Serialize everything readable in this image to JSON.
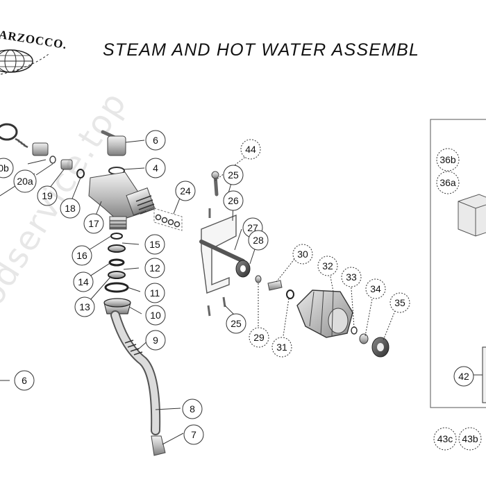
{
  "header": {
    "brand_text": "ARZOCCO.",
    "title": "STEAM AND HOT WATER ASSEMBL"
  },
  "watermark": "odservice.top",
  "callouts": [
    {
      "id": "c-6a",
      "label": "6",
      "style": "solid"
    },
    {
      "id": "c-4",
      "label": "4",
      "style": "solid"
    },
    {
      "id": "c-44",
      "label": "44",
      "style": "dashed"
    },
    {
      "id": "c-25a",
      "label": "25",
      "style": "solid"
    },
    {
      "id": "c-26",
      "label": "26",
      "style": "solid"
    },
    {
      "id": "c-24",
      "label": "24",
      "style": "solid"
    },
    {
      "id": "c-27",
      "label": "27",
      "style": "solid"
    },
    {
      "id": "c-28",
      "label": "28",
      "style": "solid"
    },
    {
      "id": "c-30",
      "label": "30",
      "style": "dashed"
    },
    {
      "id": "c-32",
      "label": "32",
      "style": "dashed"
    },
    {
      "id": "c-33",
      "label": "33",
      "style": "dashed"
    },
    {
      "id": "c-34",
      "label": "34",
      "style": "dashed"
    },
    {
      "id": "c-35",
      "label": "35",
      "style": "dashed"
    },
    {
      "id": "c-20b",
      "label": "0b",
      "style": "solid"
    },
    {
      "id": "c-20a",
      "label": "20a",
      "style": "solid"
    },
    {
      "id": "c-19",
      "label": "19",
      "style": "solid"
    },
    {
      "id": "c-18",
      "label": "18",
      "style": "solid"
    },
    {
      "id": "c-17",
      "label": "17",
      "style": "solid"
    },
    {
      "id": "c-16",
      "label": "16",
      "style": "solid"
    },
    {
      "id": "c-15",
      "label": "15",
      "style": "solid"
    },
    {
      "id": "c-14",
      "label": "14",
      "style": "solid"
    },
    {
      "id": "c-12",
      "label": "12",
      "style": "solid"
    },
    {
      "id": "c-13",
      "label": "13",
      "style": "solid"
    },
    {
      "id": "c-11",
      "label": "11",
      "style": "solid"
    },
    {
      "id": "c-10",
      "label": "10",
      "style": "solid"
    },
    {
      "id": "c-9",
      "label": "9",
      "style": "solid"
    },
    {
      "id": "c-29",
      "label": "29",
      "style": "dashed"
    },
    {
      "id": "c-31",
      "label": "31",
      "style": "dashed"
    },
    {
      "id": "c-25b",
      "label": "25",
      "style": "solid"
    },
    {
      "id": "c-6b",
      "label": "6",
      "style": "solid"
    },
    {
      "id": "c-8",
      "label": "8",
      "style": "solid"
    },
    {
      "id": "c-7",
      "label": "7",
      "style": "solid"
    },
    {
      "id": "c-36b",
      "label": "36b",
      "style": "dashed"
    },
    {
      "id": "c-36a",
      "label": "36a",
      "style": "dashed"
    },
    {
      "id": "c-42",
      "label": "42",
      "style": "solid"
    },
    {
      "id": "c-43c",
      "label": "43c",
      "style": "dashed"
    },
    {
      "id": "c-43b",
      "label": "43b",
      "style": "dashed"
    }
  ]
}
